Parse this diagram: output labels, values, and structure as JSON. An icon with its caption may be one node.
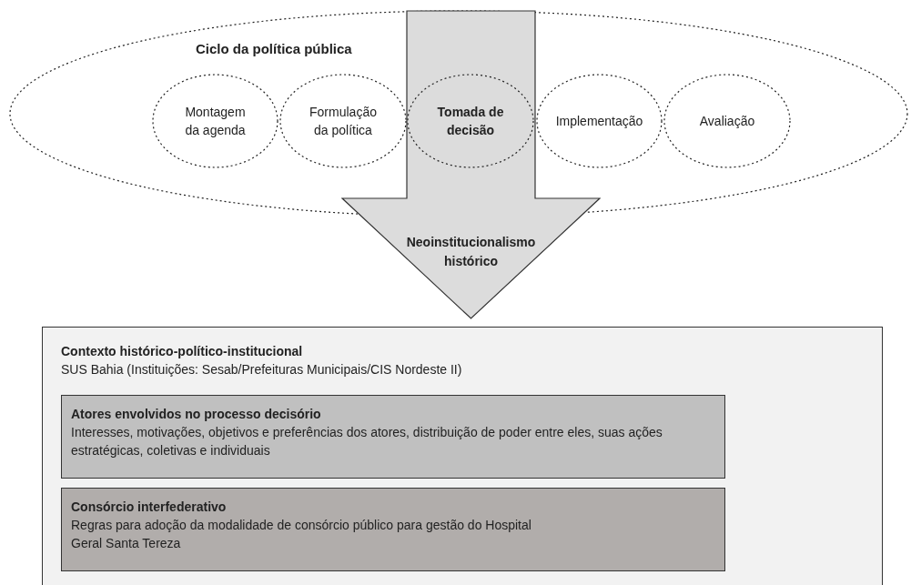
{
  "diagram": {
    "nodes": [
      {
        "text": [
          "Ciclo da política pública"
        ]
      },
      {
        "text": [
          "Montagem da agenda"
        ],
        "in": 0
      },
      {
        "text": [
          "Formulação da política"
        ],
        "in": 0
      },
      {
        "text": [
          "Tomada de decisão"
        ]
      },
      {
        "text": [
          "Implementação"
        ],
        "in": 0
      },
      {
        "text": [
          "Avaliação"
        ],
        "in": 0
      },
      {
        "text": [
          "Neoinstitucionalismo histórico"
        ]
      },
      {
        "text": [
          "Contexto histórico-político-institucional",
          "SUS Bahia (Instituições: Sesab/Prefeituras Municipais/CIS Nordeste II)"
        ]
      },
      {
        "text": [
          "Atores envolvidos no processo decisório",
          "Interesses, motivações, objetivos e preferências dos atores, distribuição de poder entre eles, suas ações estratégicas, coletivas e individuais"
        ],
        "in": 7
      },
      {
        "text": [
          "Consórcio interfederativo",
          "Regras para adoção da modalidade de consórcio público para gestão do Hospital Geral Santa Tereza"
        ],
        "in": 7
      }
    ]
  }
}
